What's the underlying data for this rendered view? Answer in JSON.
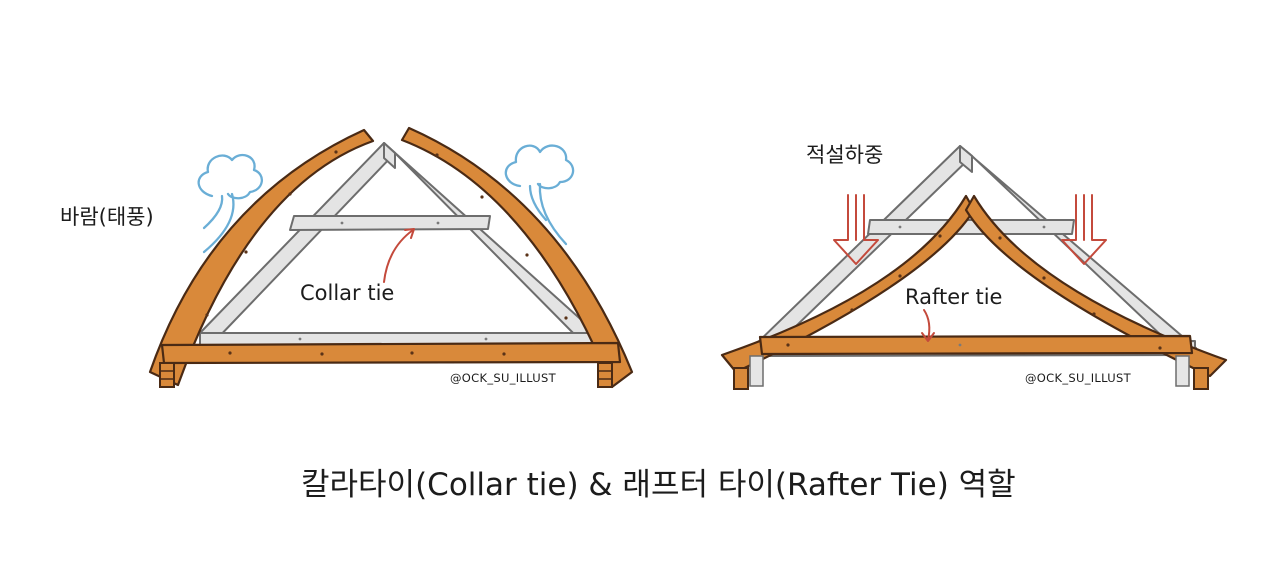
{
  "left_diagram": {
    "wind_label": "바람(태풍)",
    "member_label": "Collar tie",
    "watermark": "@OCK_SU_ILLUST"
  },
  "right_diagram": {
    "load_label": "적설하중",
    "member_label": "Rafter tie",
    "watermark": "@OCK_SU_ILLUST"
  },
  "caption": "칼라타이(Collar tie) & 래프터 타이(Rafter Tie) 역할",
  "colors": {
    "wood": "#d9893a",
    "wood_outline": "#4a2a14",
    "frame": "#e4e4e4",
    "wind": "#6aaed6",
    "arrow": "#c44a3c"
  }
}
